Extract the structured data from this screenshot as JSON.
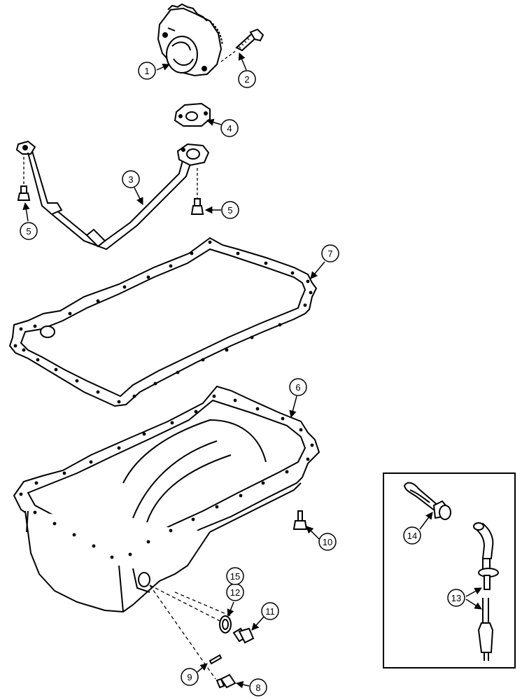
{
  "diagram": {
    "colors": {
      "ink": "#000000",
      "paper": "#ffffff",
      "shade": "#d8d8d8"
    },
    "callouts": [
      {
        "id": "c1",
        "label": "1"
      },
      {
        "id": "c2",
        "label": "2"
      },
      {
        "id": "c3",
        "label": "3"
      },
      {
        "id": "c4",
        "label": "4"
      },
      {
        "id": "c5a",
        "label": "5"
      },
      {
        "id": "c5b",
        "label": "5"
      },
      {
        "id": "c6",
        "label": "6"
      },
      {
        "id": "c7",
        "label": "7"
      },
      {
        "id": "c8",
        "label": "8"
      },
      {
        "id": "c9",
        "label": "9"
      },
      {
        "id": "c10",
        "label": "10"
      },
      {
        "id": "c11",
        "label": "11"
      },
      {
        "id": "c12",
        "label": "12"
      },
      {
        "id": "c13",
        "label": "13"
      },
      {
        "id": "c14",
        "label": "14"
      },
      {
        "id": "c15",
        "label": "15"
      }
    ],
    "parts": [
      {
        "name": "oil-pump",
        "icon": "pump-icon"
      },
      {
        "name": "bolt",
        "icon": "bolt-icon"
      },
      {
        "name": "suction-tube",
        "icon": "tube-icon"
      },
      {
        "name": "gasket-small",
        "icon": "gasket-icon"
      },
      {
        "name": "cap-screw",
        "icon": "screw-icon"
      },
      {
        "name": "oil-pan",
        "icon": "pan-icon"
      },
      {
        "name": "oil-pan-gasket",
        "icon": "gasket-icon"
      },
      {
        "name": "fitting",
        "icon": "fitting-icon"
      },
      {
        "name": "pin",
        "icon": "pin-icon"
      },
      {
        "name": "stud",
        "icon": "stud-icon"
      },
      {
        "name": "drain-plug",
        "icon": "plug-icon"
      },
      {
        "name": "washer",
        "icon": "washer-icon"
      },
      {
        "name": "dipstick-tube",
        "icon": "tube-icon"
      },
      {
        "name": "heater",
        "icon": "heater-icon"
      },
      {
        "name": "seal-ring",
        "icon": "ring-icon"
      }
    ]
  }
}
